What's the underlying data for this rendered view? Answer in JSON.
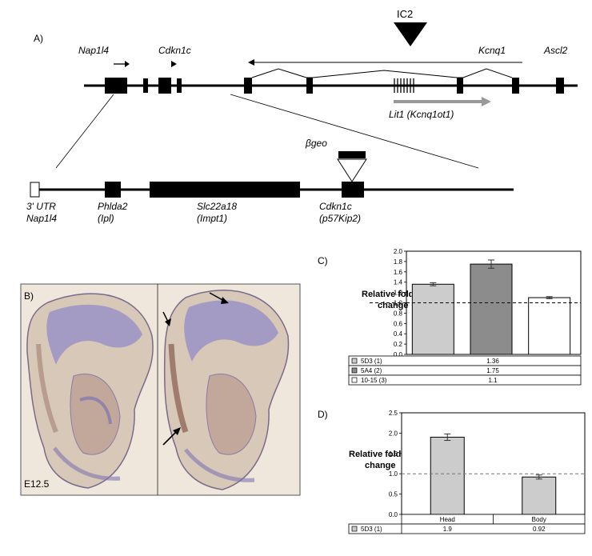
{
  "panel_a": {
    "label": "A)",
    "ic2": "IC2",
    "genes": {
      "nap1l4": "Nap1l4",
      "cdkn1c": "Cdkn1c",
      "kcnq1": "Kcnq1",
      "ascl2": "Ascl2",
      "lit1": "Lit1 (Kcnq1ot1)"
    },
    "bgeo": "βgeo",
    "detail": {
      "utr_1": "3' UTR",
      "utr_2": "Nap1l4",
      "phlda2_1": "Phlda2",
      "phlda2_2": "(Ipl)",
      "slc_1": "Slc22a18",
      "slc_2": "(Impt1)",
      "cdk_1": "Cdkn1c",
      "cdk_2": "(p57Kip2)"
    }
  },
  "panel_b": {
    "label": "B)",
    "stage": "E12.5"
  },
  "chart_data": [
    {
      "type": "bar",
      "panel_label": "C)",
      "ylabel_line1": "Relative fold",
      "ylabel_line2": "change",
      "ylim": [
        0,
        2.0
      ],
      "yticks": [
        "2.0",
        "1.8",
        "1.6",
        "1.4",
        "1.2",
        "1.0",
        "0.8",
        "0.6",
        "0.4",
        "0.2",
        "0.0"
      ],
      "reference_line": 1.0,
      "categories": [
        "5D3 (1)",
        "5A4 (2)",
        "10-15 (3)"
      ],
      "values": [
        1.36,
        1.75,
        1.1
      ],
      "value_labels": [
        "1.36",
        "1.75",
        "1.1"
      ],
      "errors": [
        0.03,
        0.08,
        0.02
      ],
      "colors": [
        "#cccccc",
        "#8c8c8c",
        "#ffffff"
      ]
    },
    {
      "type": "bar",
      "panel_label": "D)",
      "ylabel_line1": "Relative fold",
      "ylabel_line2": "change",
      "ylim": [
        0,
        2.5
      ],
      "yticks": [
        "2.5",
        "2.0",
        "1.5",
        "1.0",
        "0.5",
        "0.0"
      ],
      "reference_line": 1.0,
      "categories": [
        "Head",
        "Body"
      ],
      "series": [
        {
          "name": "5D3 (1)",
          "values": [
            1.9,
            0.92
          ],
          "value_labels": [
            "1.9",
            "0.92"
          ],
          "errors": [
            0.08,
            0.05
          ]
        }
      ],
      "color": "#cccccc"
    }
  ]
}
